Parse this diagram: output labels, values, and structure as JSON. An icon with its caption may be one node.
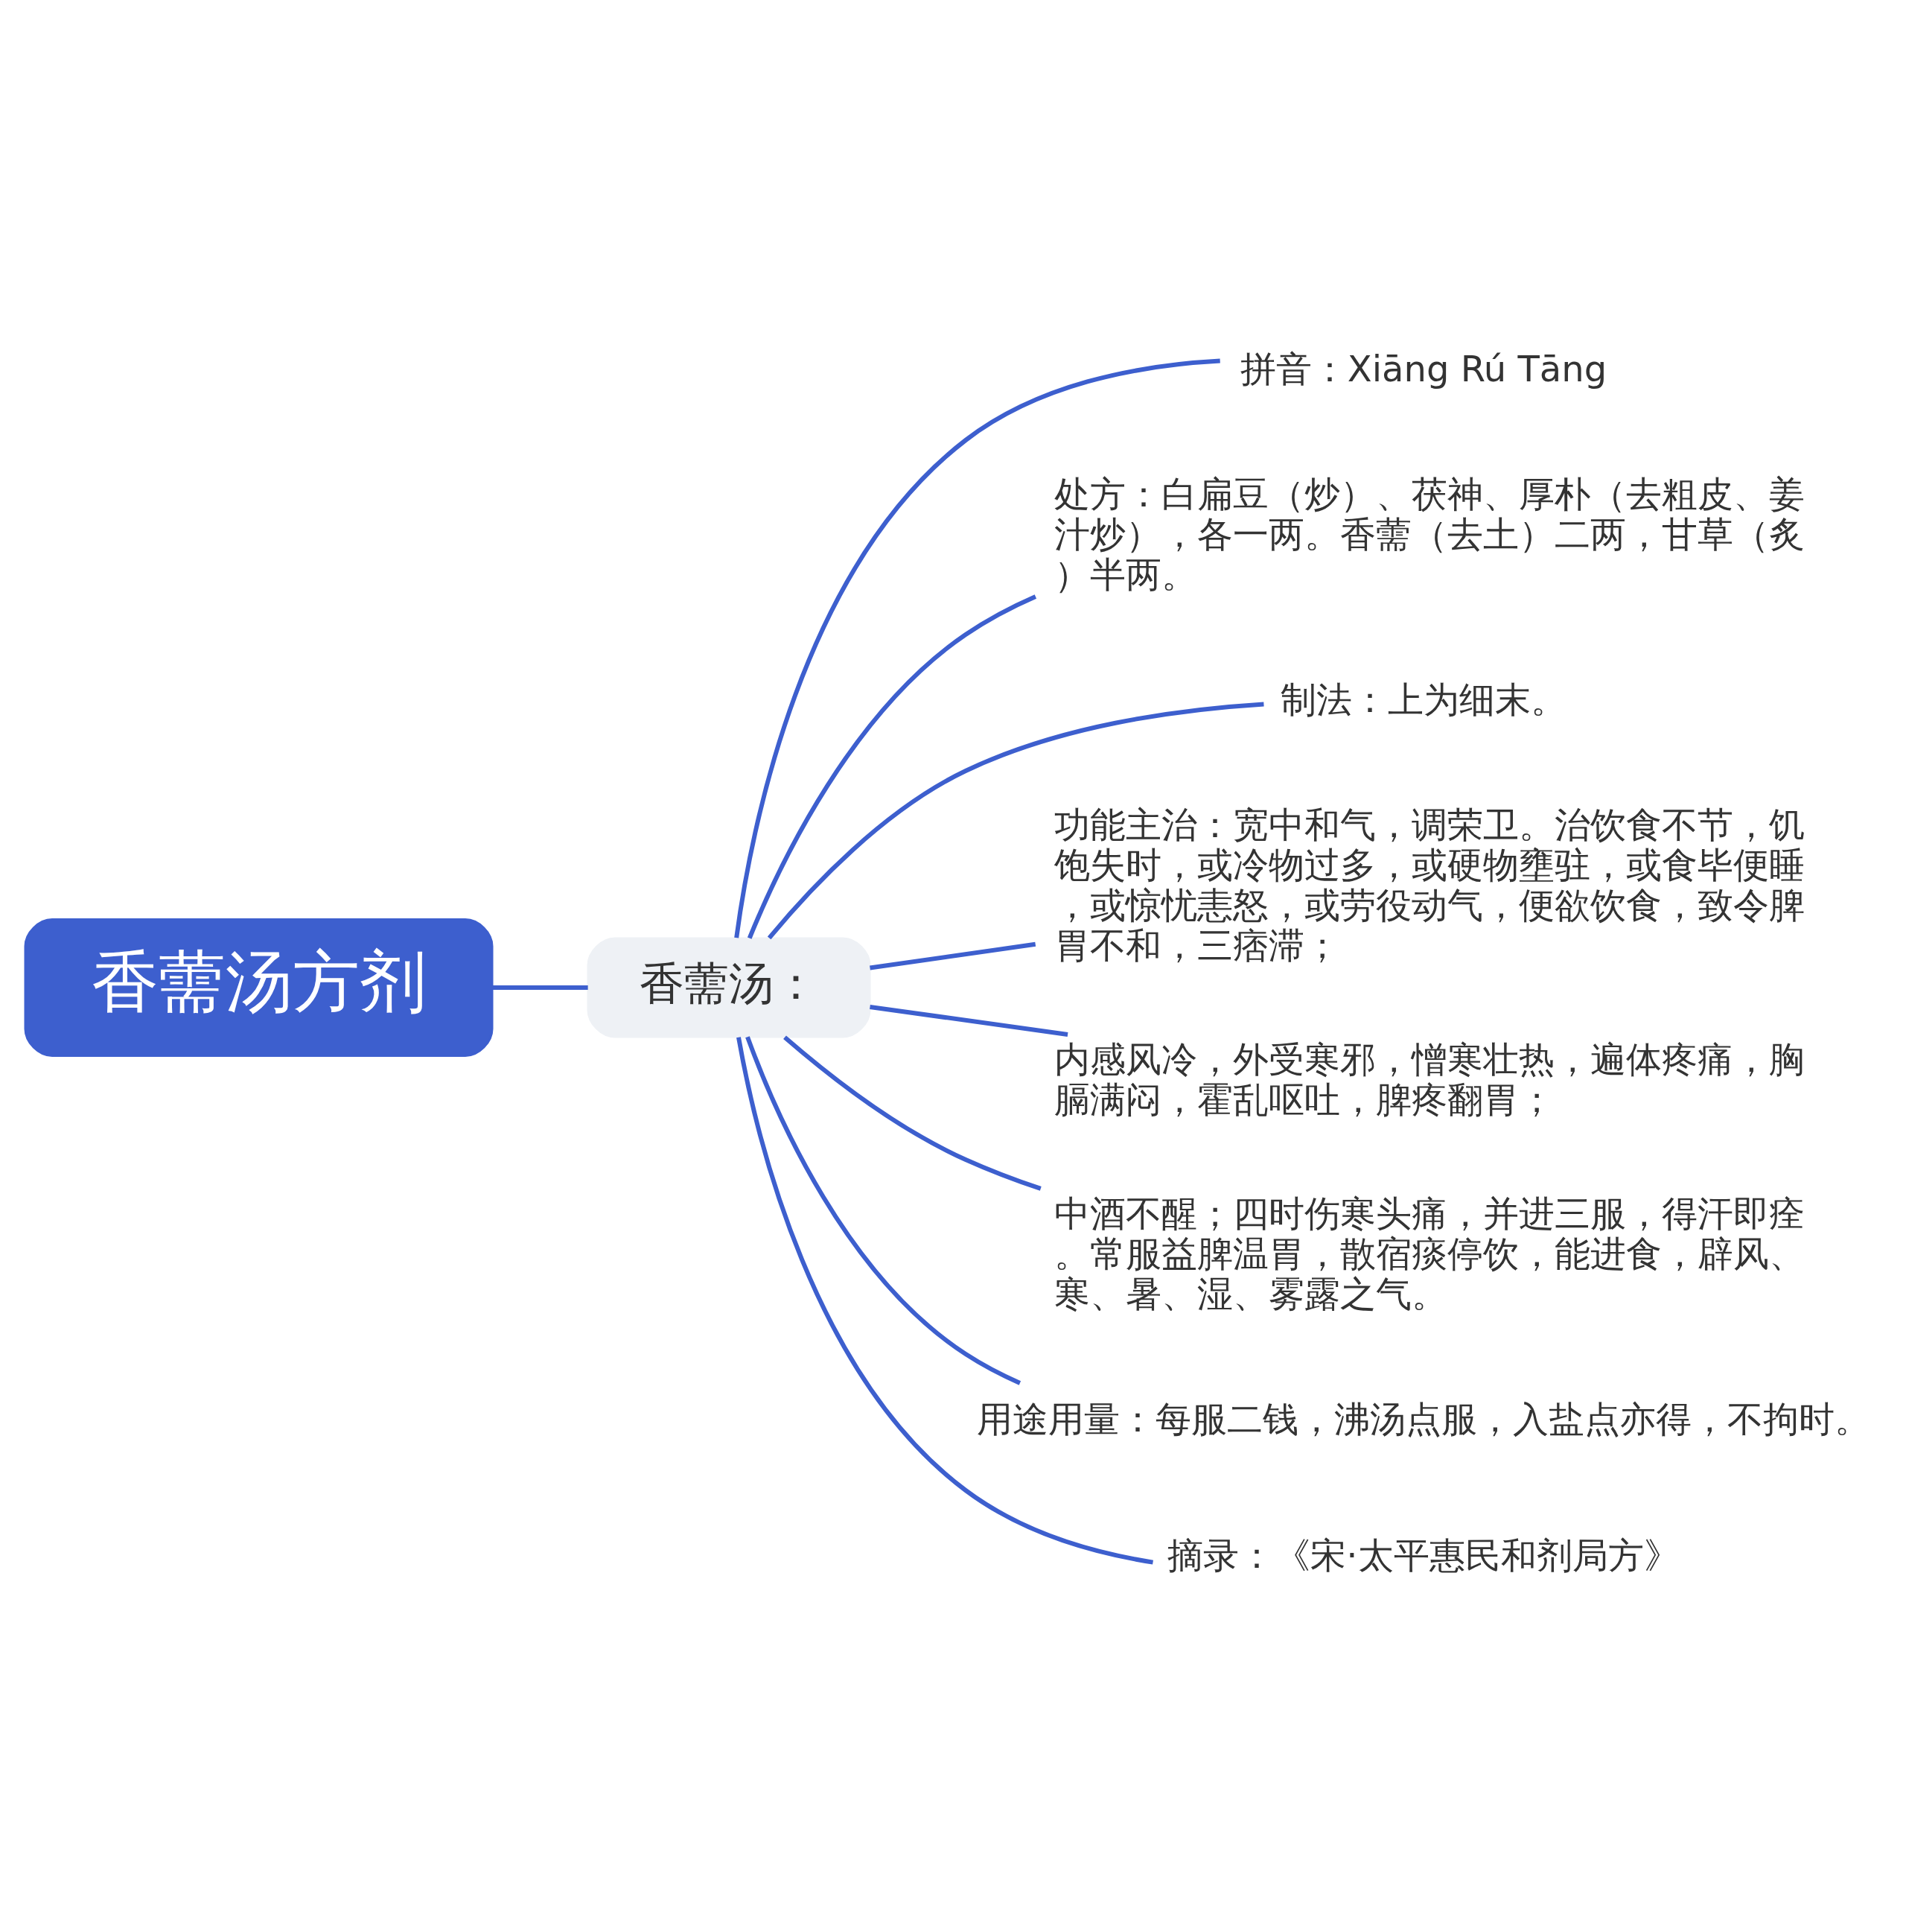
{
  "diagram": {
    "nodes": [
      {
        "text": [
          "香薷汤方剂"
        ]
      },
      {
        "text": [
          "香薷汤："
        ]
      },
      {
        "text": [
          "拼音：Xiāng Rú Tāng"
        ]
      },
      {
        "text": [
          "处方：白扁豆（炒）、茯神、厚朴（去粗皮、姜汁炒），各一两。香薷（去土）二两，甘草（炙）半两。"
        ]
      },
      {
        "text": [
          "制法：上为细末。"
        ]
      },
      {
        "text": [
          "功能主治：宽中和气，调荣卫。治饮食不节，饥饱失时，或冷物过多，或硬物壅驻，或食毕便睡，或惊忧恚怒，或劳役动气，便欲饮食，致令脾胃不和，三痞滞；"
        ]
      },
      {
        "text": [
          "内感风冷，外受寒邪，憎寒壮热，遍体疼痛，胸膈满闷，霍乱呕吐，脾疼翻胃；"
        ]
      },
      {
        "text": [
          "中酒不醒；四时伤寒头痛，并进三服，得汗即痊。常服益脾温胃，散宿痰停饮，能进食，辟风、寒、暑、湿、雾露之气。"
        ]
      },
      {
        "text": [
          "用途用量：每服二钱，沸汤点服，入盐点亦得，不拘时。"
        ]
      },
      {
        "text": [
          "摘录：《宋·太平惠民和剂局方》"
        ]
      }
    ],
    "edges": [
      {
        "from": 0,
        "to": 1,
        "arrow": "none"
      },
      {
        "from": 1,
        "to": 2,
        "arrow": "none"
      },
      {
        "from": 1,
        "to": 3,
        "arrow": "none"
      },
      {
        "from": 1,
        "to": 4,
        "arrow": "none"
      },
      {
        "from": 1,
        "to": 5,
        "arrow": "none"
      },
      {
        "from": 1,
        "to": 6,
        "arrow": "none"
      },
      {
        "from": 1,
        "to": 7,
        "arrow": "none"
      },
      {
        "from": 1,
        "to": 8,
        "arrow": "none"
      },
      {
        "from": 1,
        "to": 9,
        "arrow": "none"
      }
    ]
  }
}
